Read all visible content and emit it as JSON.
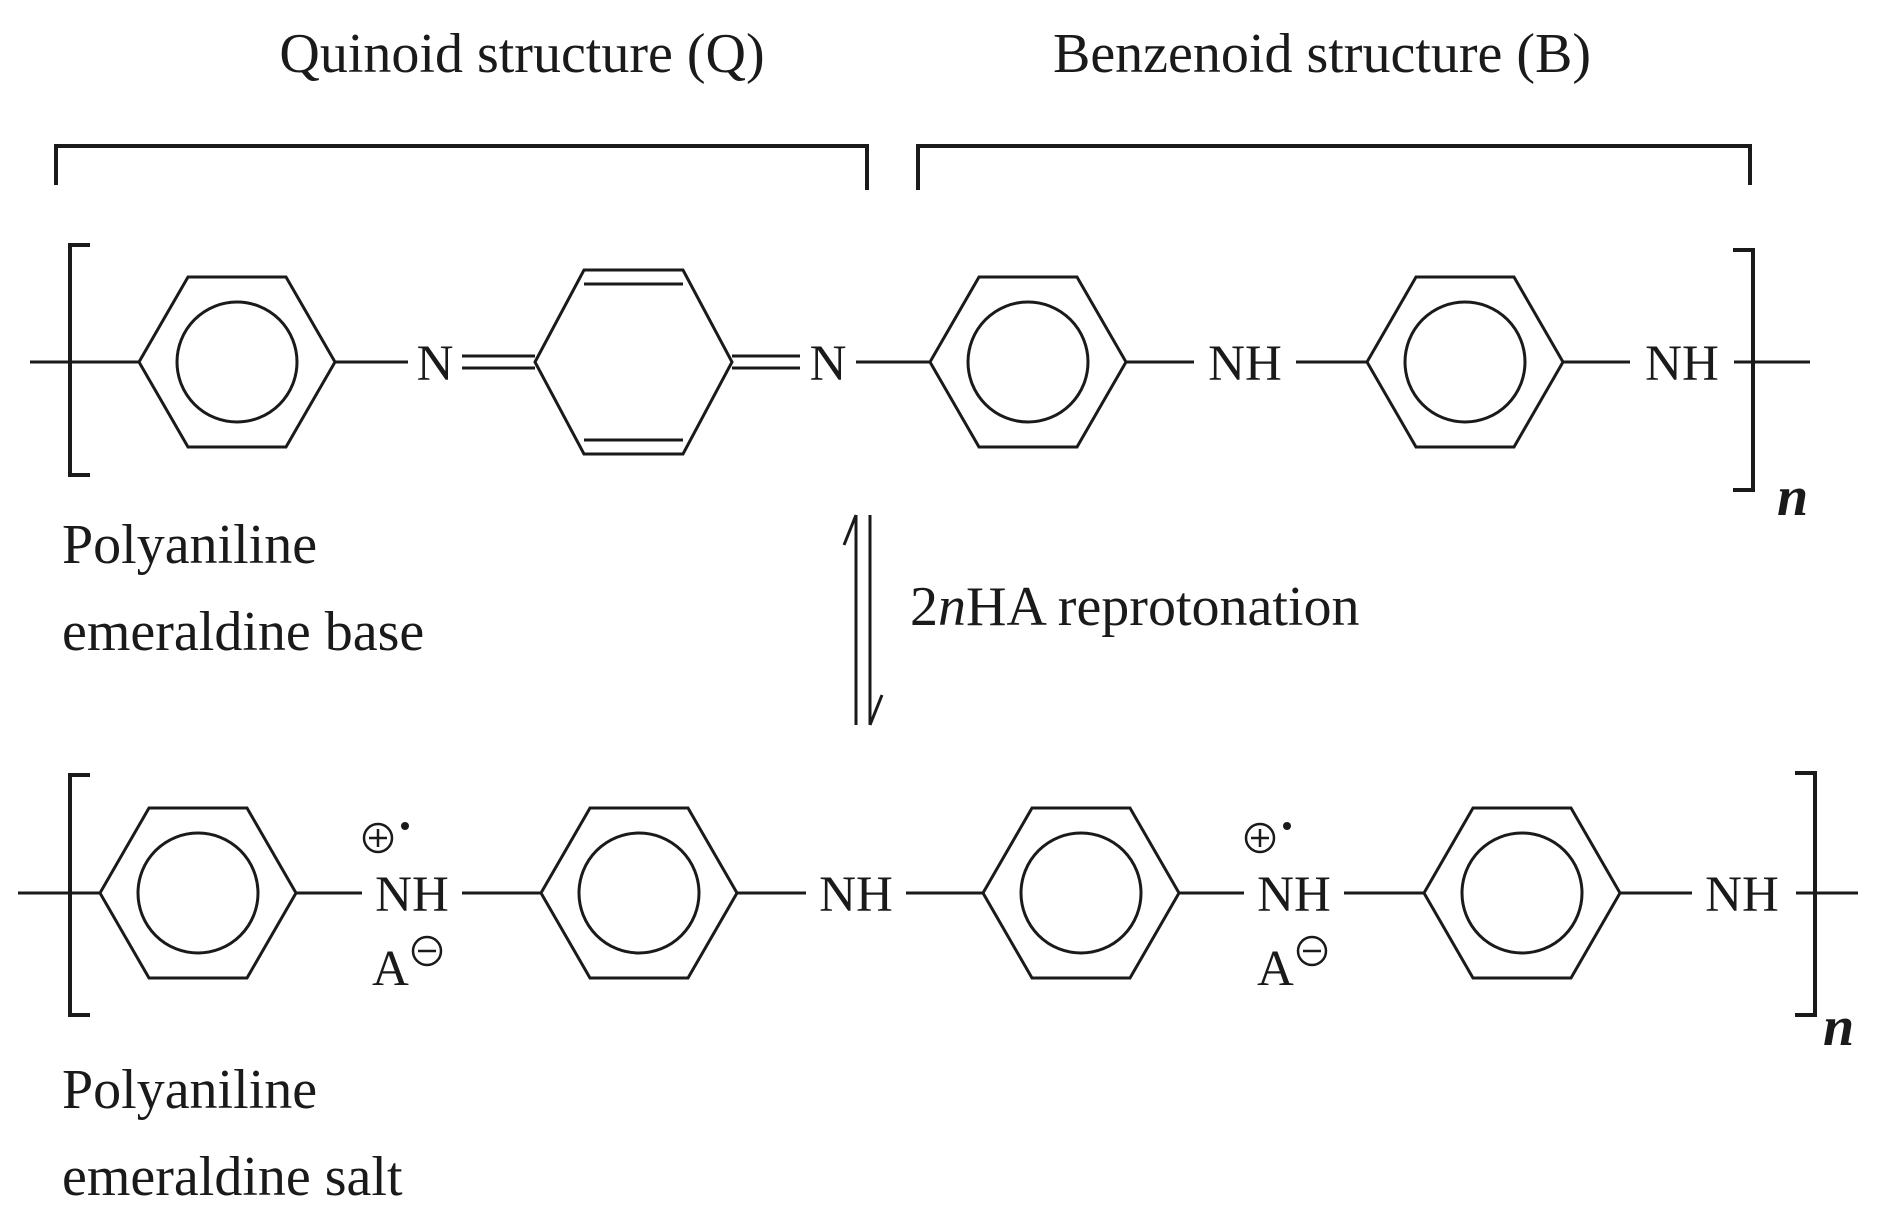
{
  "headers": {
    "quinoid": "Quinoid structure (Q)",
    "benzenoid": "Benzenoid structure (B)"
  },
  "base": {
    "n1": "N",
    "n2": "N",
    "nh1": "NH",
    "nh2": "NH",
    "repeat": "n",
    "caption_line1": "Polyaniline",
    "caption_line2": "emeraldine base"
  },
  "reaction": {
    "coef": "2",
    "coef_italic": "n",
    "rest": "HA reprotonation"
  },
  "salt": {
    "nh1": "NH",
    "nh2": "NH",
    "nh3": "NH",
    "nh4": "NH",
    "anion1": "A",
    "anion2": "A",
    "repeat": "n",
    "caption_line1": "Polyaniline",
    "caption_line2": "emeraldine salt"
  },
  "colors": {
    "ink": "#1a1a1a",
    "background": "#ffffff"
  }
}
